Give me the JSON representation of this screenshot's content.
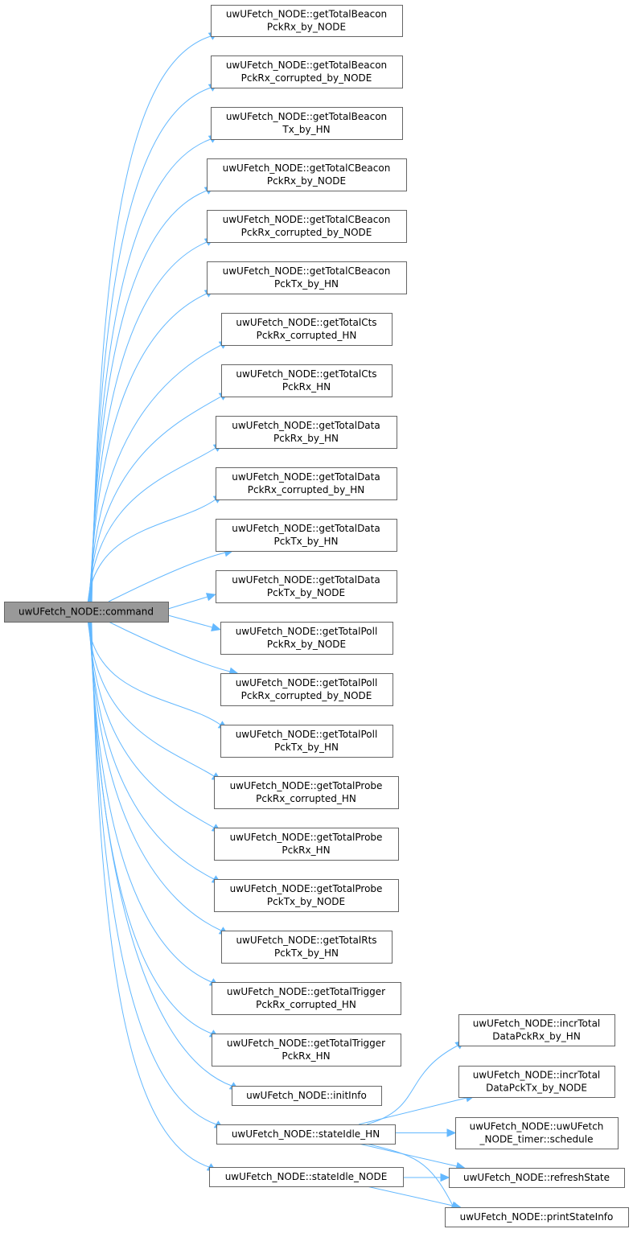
{
  "graph": {
    "root": {
      "id": "root",
      "lines": [
        "uwUFetch_NODE::command"
      ]
    },
    "nodes": [
      {
        "id": "n1",
        "lines": [
          "uwUFetch_NODE::getTotalBeacon",
          "PckRx_by_NODE"
        ]
      },
      {
        "id": "n2",
        "lines": [
          "uwUFetch_NODE::getTotalBeacon",
          "PckRx_corrupted_by_NODE"
        ]
      },
      {
        "id": "n3",
        "lines": [
          "uwUFetch_NODE::getTotalBeacon",
          "Tx_by_HN"
        ]
      },
      {
        "id": "n4",
        "lines": [
          "uwUFetch_NODE::getTotalCBeacon",
          "PckRx_by_NODE"
        ]
      },
      {
        "id": "n5",
        "lines": [
          "uwUFetch_NODE::getTotalCBeacon",
          "PckRx_corrupted_by_NODE"
        ]
      },
      {
        "id": "n6",
        "lines": [
          "uwUFetch_NODE::getTotalCBeacon",
          "PckTx_by_HN"
        ]
      },
      {
        "id": "n7",
        "lines": [
          "uwUFetch_NODE::getTotalCts",
          "PckRx_corrupted_HN"
        ]
      },
      {
        "id": "n8",
        "lines": [
          "uwUFetch_NODE::getTotalCts",
          "PckRx_HN"
        ]
      },
      {
        "id": "n9",
        "lines": [
          "uwUFetch_NODE::getTotalData",
          "PckRx_by_HN"
        ]
      },
      {
        "id": "n10",
        "lines": [
          "uwUFetch_NODE::getTotalData",
          "PckRx_corrupted_by_HN"
        ]
      },
      {
        "id": "n11",
        "lines": [
          "uwUFetch_NODE::getTotalData",
          "PckTx_by_HN"
        ]
      },
      {
        "id": "n12",
        "lines": [
          "uwUFetch_NODE::getTotalData",
          "PckTx_by_NODE"
        ]
      },
      {
        "id": "n13",
        "lines": [
          "uwUFetch_NODE::getTotalPoll",
          "PckRx_by_NODE"
        ]
      },
      {
        "id": "n14",
        "lines": [
          "uwUFetch_NODE::getTotalPoll",
          "PckRx_corrupted_by_NODE"
        ]
      },
      {
        "id": "n15",
        "lines": [
          "uwUFetch_NODE::getTotalPoll",
          "PckTx_by_HN"
        ]
      },
      {
        "id": "n16",
        "lines": [
          "uwUFetch_NODE::getTotalProbe",
          "PckRx_corrupted_HN"
        ]
      },
      {
        "id": "n17",
        "lines": [
          "uwUFetch_NODE::getTotalProbe",
          "PckRx_HN"
        ]
      },
      {
        "id": "n18",
        "lines": [
          "uwUFetch_NODE::getTotalProbe",
          "PckTx_by_NODE"
        ]
      },
      {
        "id": "n19",
        "lines": [
          "uwUFetch_NODE::getTotalRts",
          "PckTx_by_HN"
        ]
      },
      {
        "id": "n20",
        "lines": [
          "uwUFetch_NODE::getTotalTrigger",
          "PckRx_corrupted_HN"
        ]
      },
      {
        "id": "n21",
        "lines": [
          "uwUFetch_NODE::getTotalTrigger",
          "PckRx_HN"
        ]
      },
      {
        "id": "n22",
        "lines": [
          "uwUFetch_NODE::initInfo"
        ]
      },
      {
        "id": "n23",
        "lines": [
          "uwUFetch_NODE::stateIdle_HN"
        ]
      },
      {
        "id": "n24",
        "lines": [
          "uwUFetch_NODE::stateIdle_NODE"
        ]
      },
      {
        "id": "n25",
        "lines": [
          "uwUFetch_NODE::incrTotal",
          "DataPckRx_by_HN"
        ]
      },
      {
        "id": "n26",
        "lines": [
          "uwUFetch_NODE::incrTotal",
          "DataPckTx_by_NODE"
        ]
      },
      {
        "id": "n27",
        "lines": [
          "uwUFetch_NODE::uwUFetch",
          "_NODE_timer::schedule"
        ]
      },
      {
        "id": "n28",
        "lines": [
          "uwUFetch_NODE::refreshState"
        ]
      },
      {
        "id": "n29",
        "lines": [
          "uwUFetch_NODE::printStateInfo"
        ]
      }
    ],
    "edges": [
      [
        "root",
        "n1"
      ],
      [
        "root",
        "n2"
      ],
      [
        "root",
        "n3"
      ],
      [
        "root",
        "n4"
      ],
      [
        "root",
        "n5"
      ],
      [
        "root",
        "n6"
      ],
      [
        "root",
        "n7"
      ],
      [
        "root",
        "n8"
      ],
      [
        "root",
        "n9"
      ],
      [
        "root",
        "n10"
      ],
      [
        "root",
        "n11"
      ],
      [
        "root",
        "n12"
      ],
      [
        "root",
        "n13"
      ],
      [
        "root",
        "n14"
      ],
      [
        "root",
        "n15"
      ],
      [
        "root",
        "n16"
      ],
      [
        "root",
        "n17"
      ],
      [
        "root",
        "n18"
      ],
      [
        "root",
        "n19"
      ],
      [
        "root",
        "n20"
      ],
      [
        "root",
        "n21"
      ],
      [
        "root",
        "n22"
      ],
      [
        "root",
        "n23"
      ],
      [
        "root",
        "n24"
      ],
      [
        "n23",
        "n25"
      ],
      [
        "n23",
        "n26"
      ],
      [
        "n23",
        "n27"
      ],
      [
        "n23",
        "n28"
      ],
      [
        "n23",
        "n29"
      ],
      [
        "n24",
        "n28"
      ],
      [
        "n24",
        "n29"
      ]
    ],
    "colors": {
      "edge": "#63b8ff",
      "border": "#666666",
      "root_fill": "#999999",
      "node_fill": "#ffffff"
    }
  }
}
